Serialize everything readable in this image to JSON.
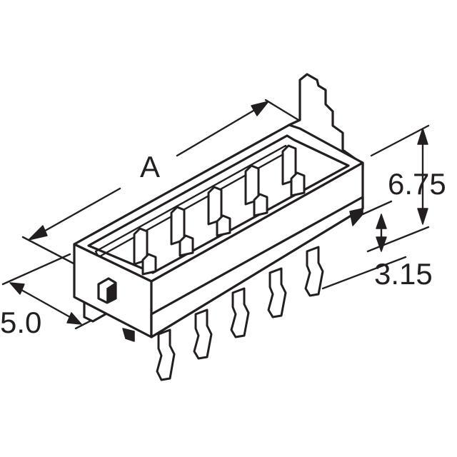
{
  "figure": {
    "subject": "connector-header-dimension-drawing",
    "pin_count_visible": 5
  },
  "dimensions": {
    "length_label": "A",
    "height_label": "6.75",
    "pin_height_label": "3.15",
    "width_label": "5.0"
  },
  "colors": {
    "line": "#231f20",
    "background": "#ffffff"
  }
}
